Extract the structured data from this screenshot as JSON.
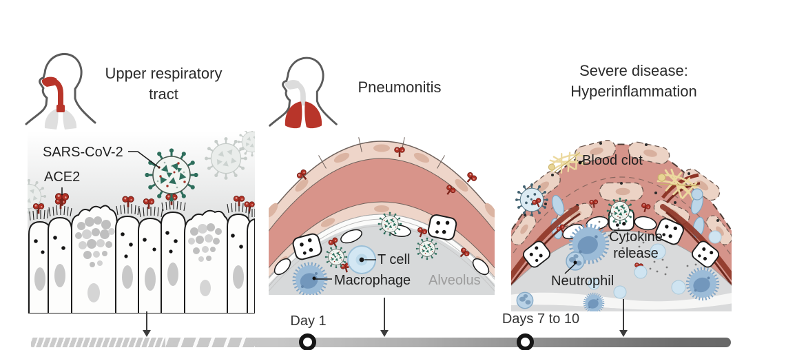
{
  "figure": {
    "panels": {
      "p1": {
        "title_line1": "Upper respiratory",
        "title_line2": "tract",
        "label_virus": "SARS-CoV-2",
        "label_receptor": "ACE2"
      },
      "p2": {
        "title": "Pneumonitis",
        "label_tcell": "T cell",
        "label_macrophage": "Macrophage",
        "label_alveolus": "Alveolus"
      },
      "p3": {
        "title_line1": "Severe disease:",
        "title_line2": "Hyperinflammation",
        "label_clot": "Blood clot",
        "label_cytokine_1": "Cytokine",
        "label_cytokine_2": "release",
        "label_neutrophil": "Neutrophil"
      }
    },
    "timeline": {
      "marker1_label": "Day 1",
      "marker2_label": "Days 7 to 10"
    },
    "icons": {
      "panel1": "head-silhouette-red-upper-airway",
      "panel2": "head-silhouette-red-lungs"
    },
    "colors": {
      "airway_red": "#b8352a",
      "virus_teal": "#2e6e5c",
      "receptor_red": "#b23226",
      "capillary_salmon": "#d8948a",
      "epithelium_pink": "#eed5c9",
      "alveolus_gray": "#d8dadb",
      "immune_blue": "#8fb3d4",
      "clot_yellow": "#ecd99f",
      "timeline_gray_start": "#cbcbcb",
      "timeline_gray_end": "#676767"
    }
  }
}
